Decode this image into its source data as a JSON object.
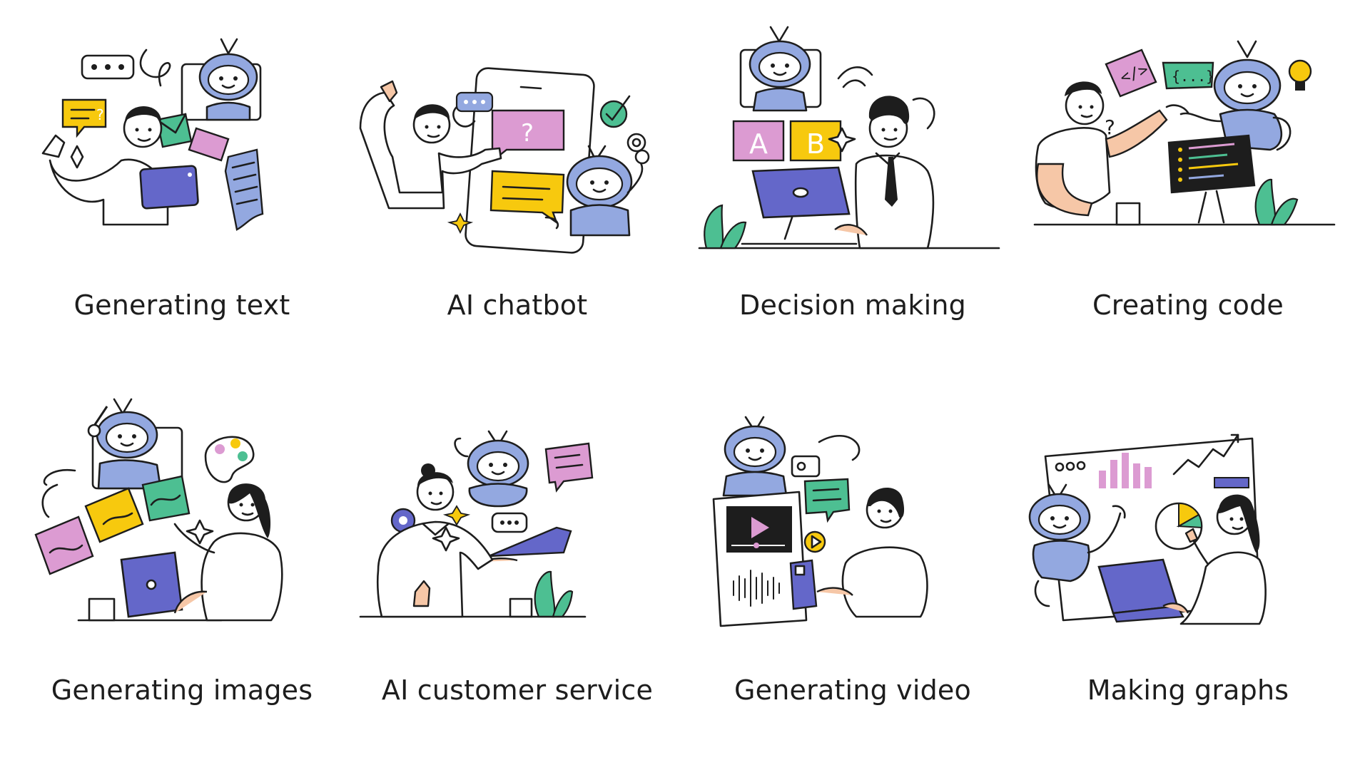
{
  "cards": [
    {
      "label": "Generating text"
    },
    {
      "label": "AI chatbot"
    },
    {
      "label": "Decision making"
    },
    {
      "label": "Creating code"
    },
    {
      "label": "Generating images"
    },
    {
      "label": "AI customer service"
    },
    {
      "label": "Generating video"
    },
    {
      "label": "Making graphs"
    }
  ],
  "art_text": {
    "question": "?",
    "choice_a": "A",
    "choice_b": "B",
    "code_tag": "</>",
    "code_braces": "{...}"
  },
  "colors": {
    "robot": "#93a8e0",
    "yellow": "#f7c90e",
    "pink": "#dc9bd2",
    "green": "#4dbf92",
    "purple": "#6467c9",
    "dark": "#1d1d1d"
  }
}
